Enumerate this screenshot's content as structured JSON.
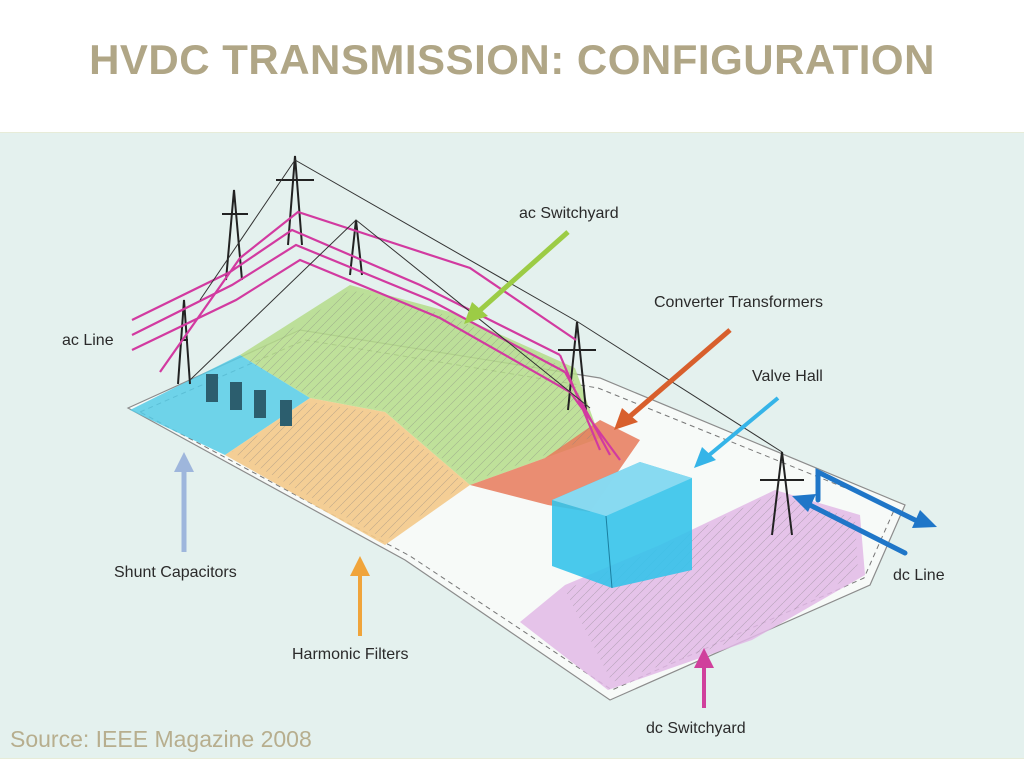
{
  "slide": {
    "title": "HVDC TRANSMISSION: CONFIGURATION",
    "source": "Source: IEEE Magazine 2008"
  },
  "diagram": {
    "labels": {
      "ac_switchyard": "ac Switchyard",
      "converter_transformers": "Converter Transformers",
      "valve_hall": "Valve Hall",
      "ac_line": "ac Line",
      "dc_line": "dc Line",
      "shunt_capacitors": "Shunt Capacitors",
      "harmonic_filters": "Harmonic Filters",
      "dc_switchyard": "dc Switchyard"
    },
    "colors": {
      "ac_switchyard": "#b5dc8a",
      "converter_transformers": "#e8795a",
      "valve_hall": "#35c3ea",
      "shunt_capacitors": "#56cbe6",
      "harmonic_filters": "#f3c98a",
      "dc_switchyard": "#e2b8e6",
      "ac_line": "#d23aa0",
      "dc_line": "#1f76c8",
      "arrow_ac_switchyard": "#9ccc45",
      "arrow_converter": "#d85f2c",
      "arrow_valve_hall": "#35b4e8",
      "arrow_shunt": "#9eb6dc",
      "arrow_harmonic": "#f0a43a",
      "arrow_dc_switchyard": "#d0409c"
    }
  }
}
